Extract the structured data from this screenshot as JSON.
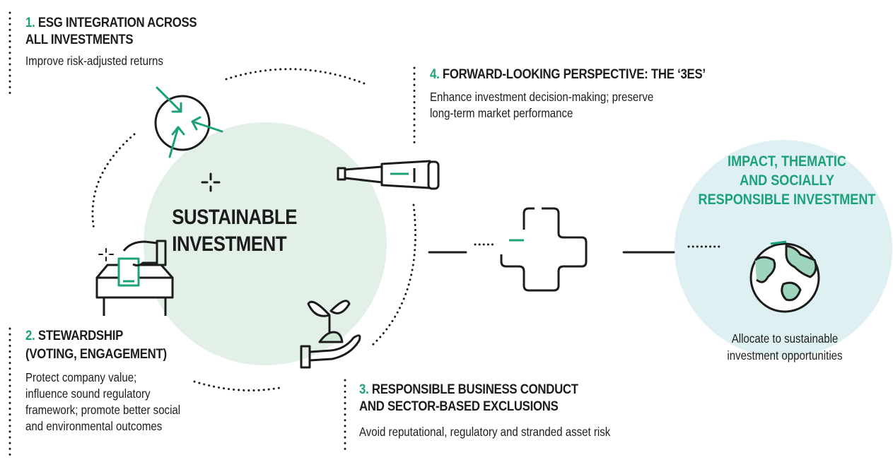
{
  "center": {
    "line1": "SUSTAINABLE",
    "line2": "INVESTMENT"
  },
  "items": [
    {
      "num": "1.",
      "title1": "ESG INTEGRATION ACROSS",
      "title2": "ALL INVESTMENTS",
      "desc": [
        "Improve risk-adjusted returns"
      ]
    },
    {
      "num": "2.",
      "title1": "STEWARDSHIP",
      "title2": "(VOTING, ENGAGEMENT)",
      "desc": [
        "Protect company value;",
        "influence sound regulatory",
        "framework; promote better social",
        "and environmental outcomes"
      ]
    },
    {
      "num": "3.",
      "title1": "RESPONSIBLE BUSINESS CONDUCT",
      "title2": "AND SECTOR-BASED EXCLUSIONS",
      "desc": [
        "Avoid reputational, regulatory and stranded asset risk"
      ]
    },
    {
      "num": "4.",
      "title1": "FORWARD-LOOKING  PERSPECTIVE: THE ‘3Es’",
      "desc": [
        "Enhance investment decision-making; preserve",
        "long-term market performance"
      ]
    }
  ],
  "impact": {
    "title": [
      "IMPACT, THEMATIC",
      "AND SOCIALLY",
      "RESPONSIBLE INVESTMENT"
    ],
    "desc": [
      "Allocate to sustainable",
      "investment opportunities"
    ]
  },
  "colors": {
    "accent": "#1ba27a",
    "center_circle": "#e2f0e7",
    "impact_circle": "#dff0f3",
    "ink": "#1c1c1c"
  },
  "icons": [
    "arrows-converging-icon",
    "telescope-icon",
    "ballot-box-icon",
    "seedling-hand-icon",
    "plus-sign-icon",
    "globe-icon",
    "sparkle-icon"
  ]
}
